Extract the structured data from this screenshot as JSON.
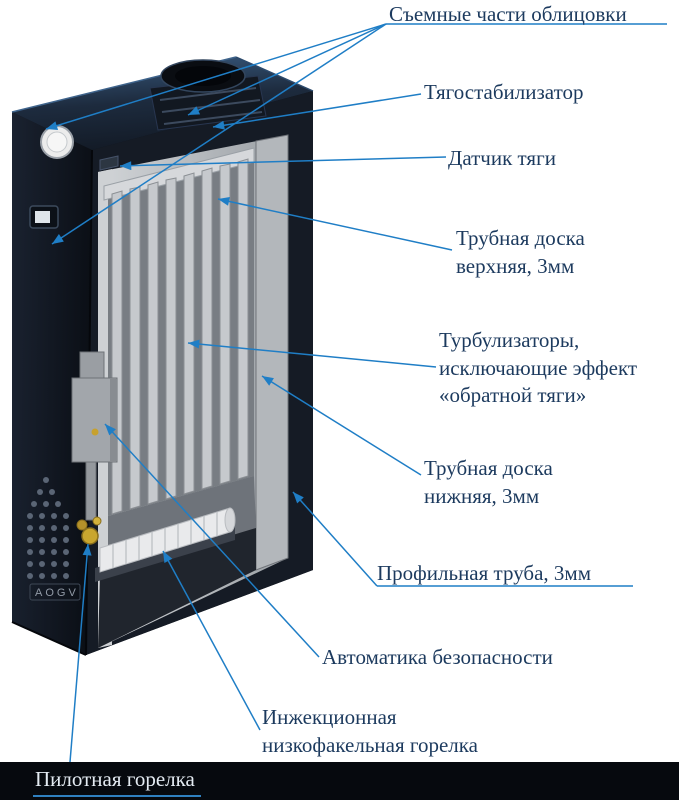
{
  "diagram": {
    "logo": "AOGV",
    "labels": {
      "casing": "Съемные части облицовки",
      "stabilizer": "Тягостабилизатор",
      "sensor": "Датчик тяги",
      "upper_plate": "Трубная доска\nверхняя, 3мм",
      "turbulators": "Турбулизаторы,\nисключающие эффект\n«обратной тяги»",
      "lower_plate": "Трубная доска\nнижняя, 3мм",
      "profile_tube": "Профильная труба, 3мм",
      "automation": "Автоматика безопасности",
      "burner": "Инжекционная\nнизкофакельная горелка",
      "pilot": "Пилотная горелка"
    },
    "colors": {
      "label_text": "#1c3a5e",
      "leader_line": "#1f7ec6",
      "casing_dark": "#10151d",
      "interior_gray": "#bfc2c6",
      "bottom_bar": "#06090e",
      "brass": "#c9a62f"
    }
  }
}
